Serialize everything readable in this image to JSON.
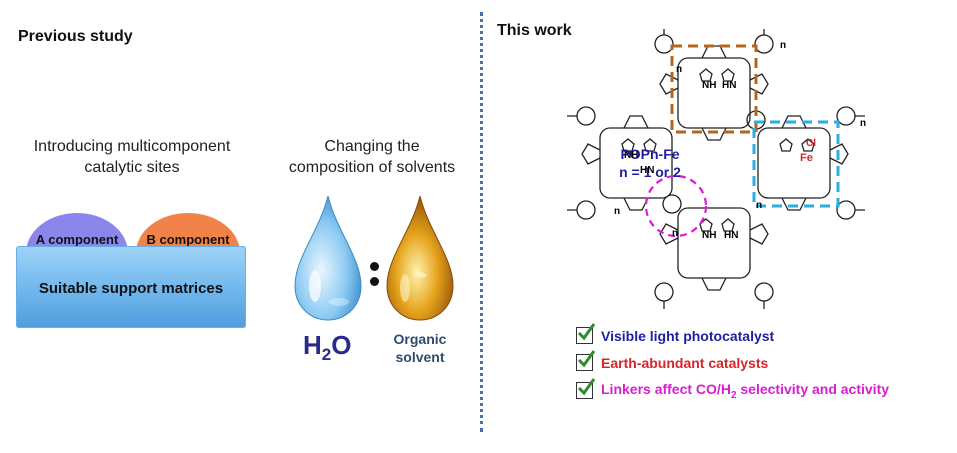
{
  "left": {
    "heading": "Previous study",
    "caption_multi": [
      "Introducing multicomponent",
      "catalytic sites"
    ],
    "component_a": "A component",
    "component_b": "B component",
    "support": "Suitable support matrices",
    "caption_solvent": [
      "Changing the",
      "composition of solvents"
    ],
    "water": "H",
    "water_sub": "2",
    "water_o": "O",
    "organic": [
      "Organic",
      "solvent"
    ]
  },
  "right": {
    "heading": "This work",
    "polymer_name": "POPn-Fe",
    "polymer_n": "n = 1 or 2",
    "nh": "NH",
    "hn": "HN",
    "n_label": "n",
    "fe": "Fe",
    "cl": "Cl",
    "features": [
      {
        "text": "Visible light photocatalyst",
        "color": "#1f1fa0"
      },
      {
        "text": "Earth-abundant catalysts",
        "color": "#d4262a"
      },
      {
        "text": "Linkers affect CO/H",
        "sub": "2",
        "tail": " selectivity and activity",
        "color": "#d81ed0"
      }
    ]
  },
  "colors": {
    "component_a": "#8a86ec",
    "component_b": "#f0824a",
    "brown_box": "#b5651d",
    "cyan_box": "#2aaee0",
    "magenta_circle": "#d81ed0",
    "divider": "#4a6fb0"
  }
}
